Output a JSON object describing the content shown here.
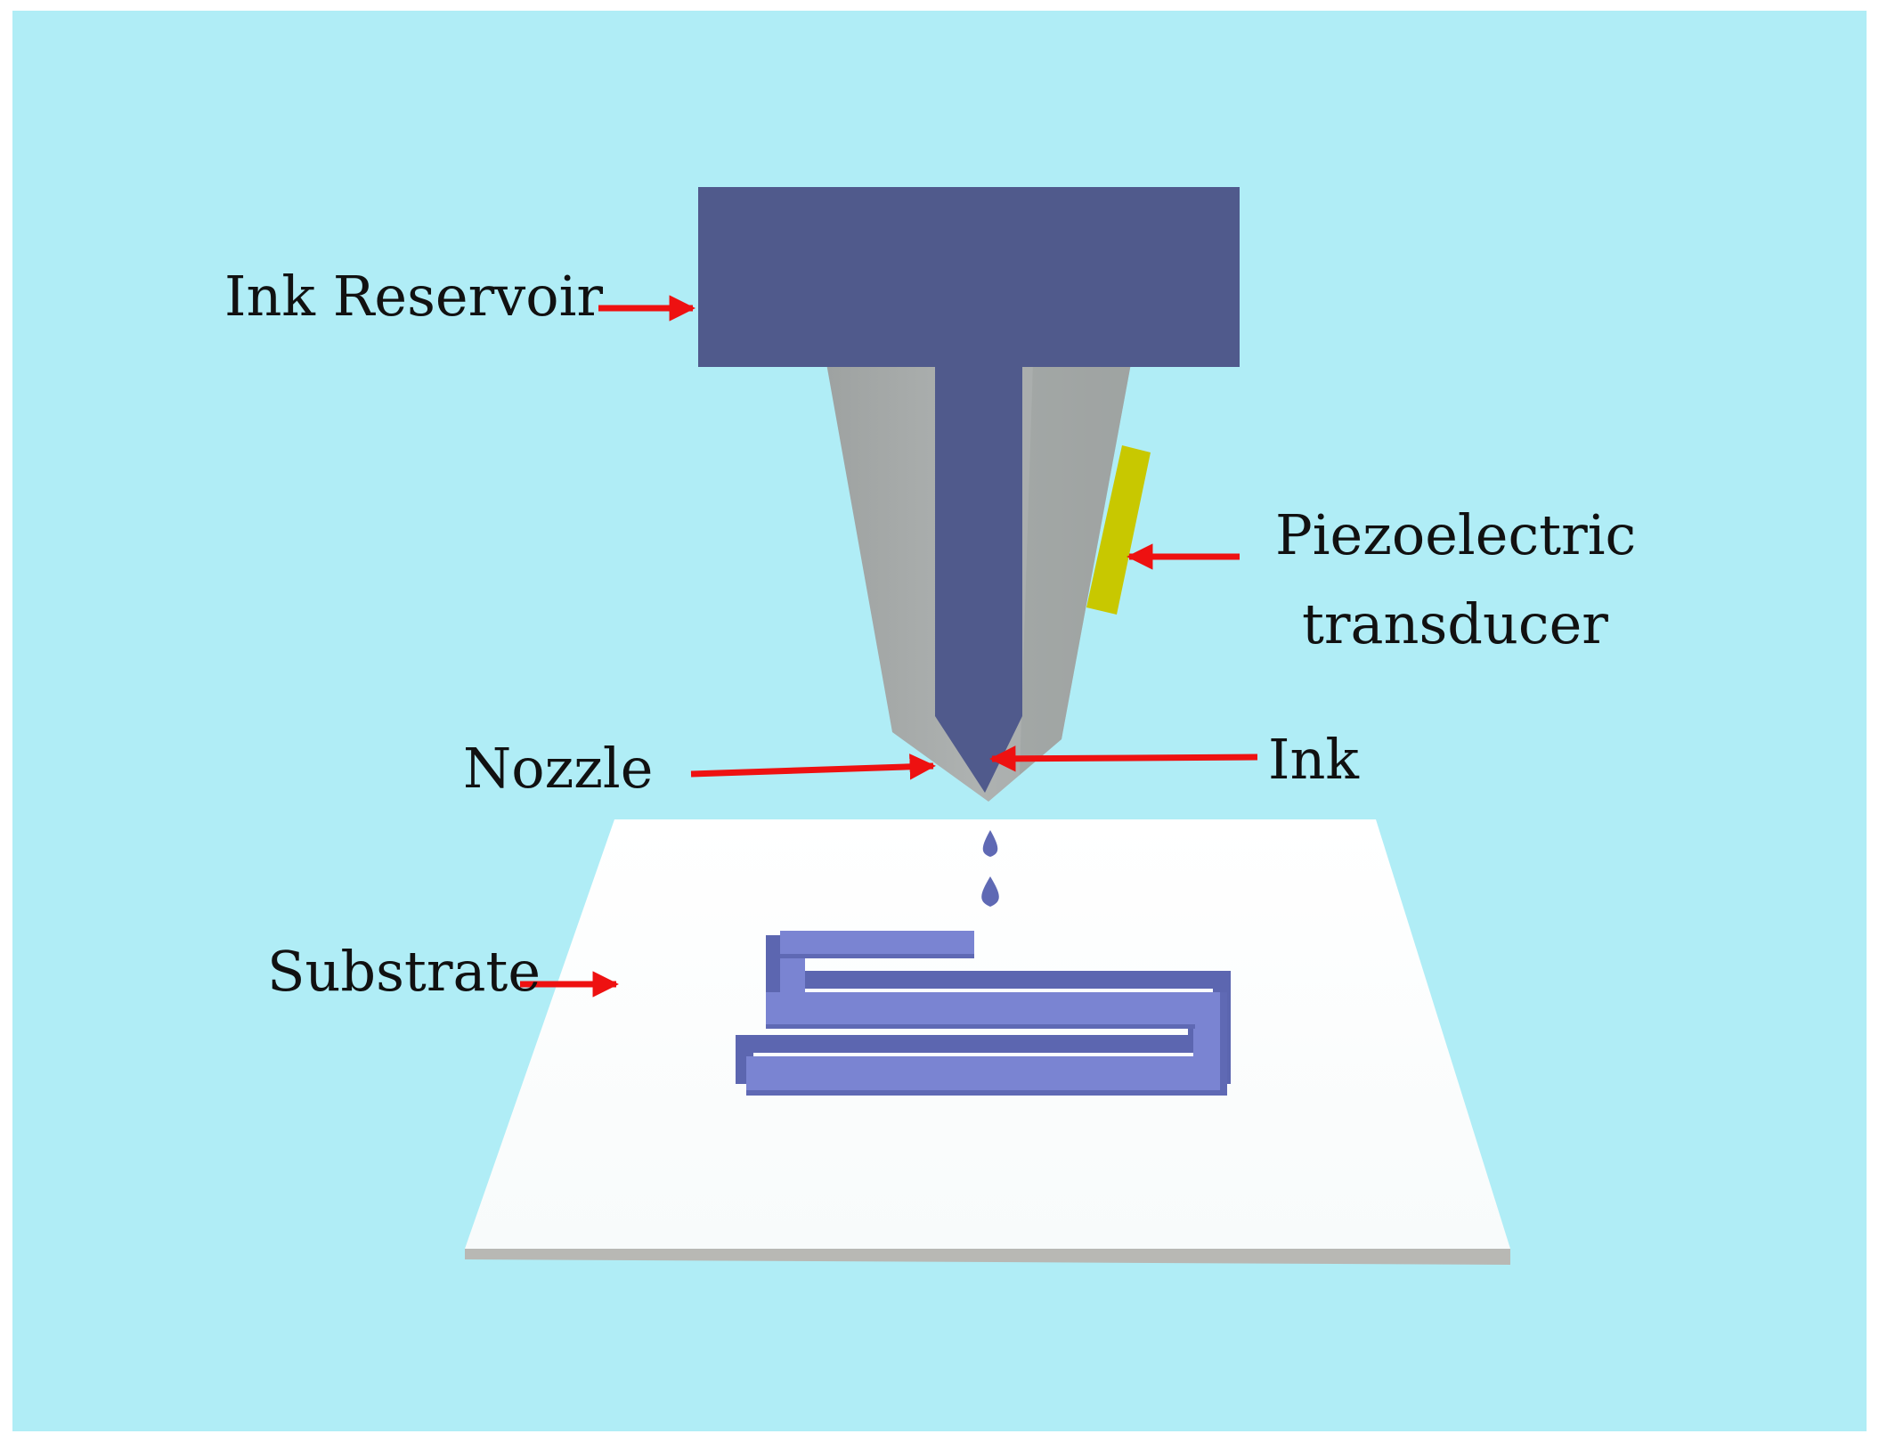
{
  "labels": {
    "ink_reservoir": "Ink Reservoir",
    "piezo_line1": "Piezoelectric",
    "piezo_line2": "transducer",
    "nozzle": "Nozzle",
    "ink": "Ink",
    "substrate": "Substrate"
  },
  "colors": {
    "background": "#b0edf6",
    "reservoir": "#505a8c",
    "printhead_body": "#a6aaa9",
    "piezo": "#c8c800",
    "ink_pattern": "#7a84d2",
    "substrate": "#ffffff",
    "arrow": "#ee1111"
  }
}
